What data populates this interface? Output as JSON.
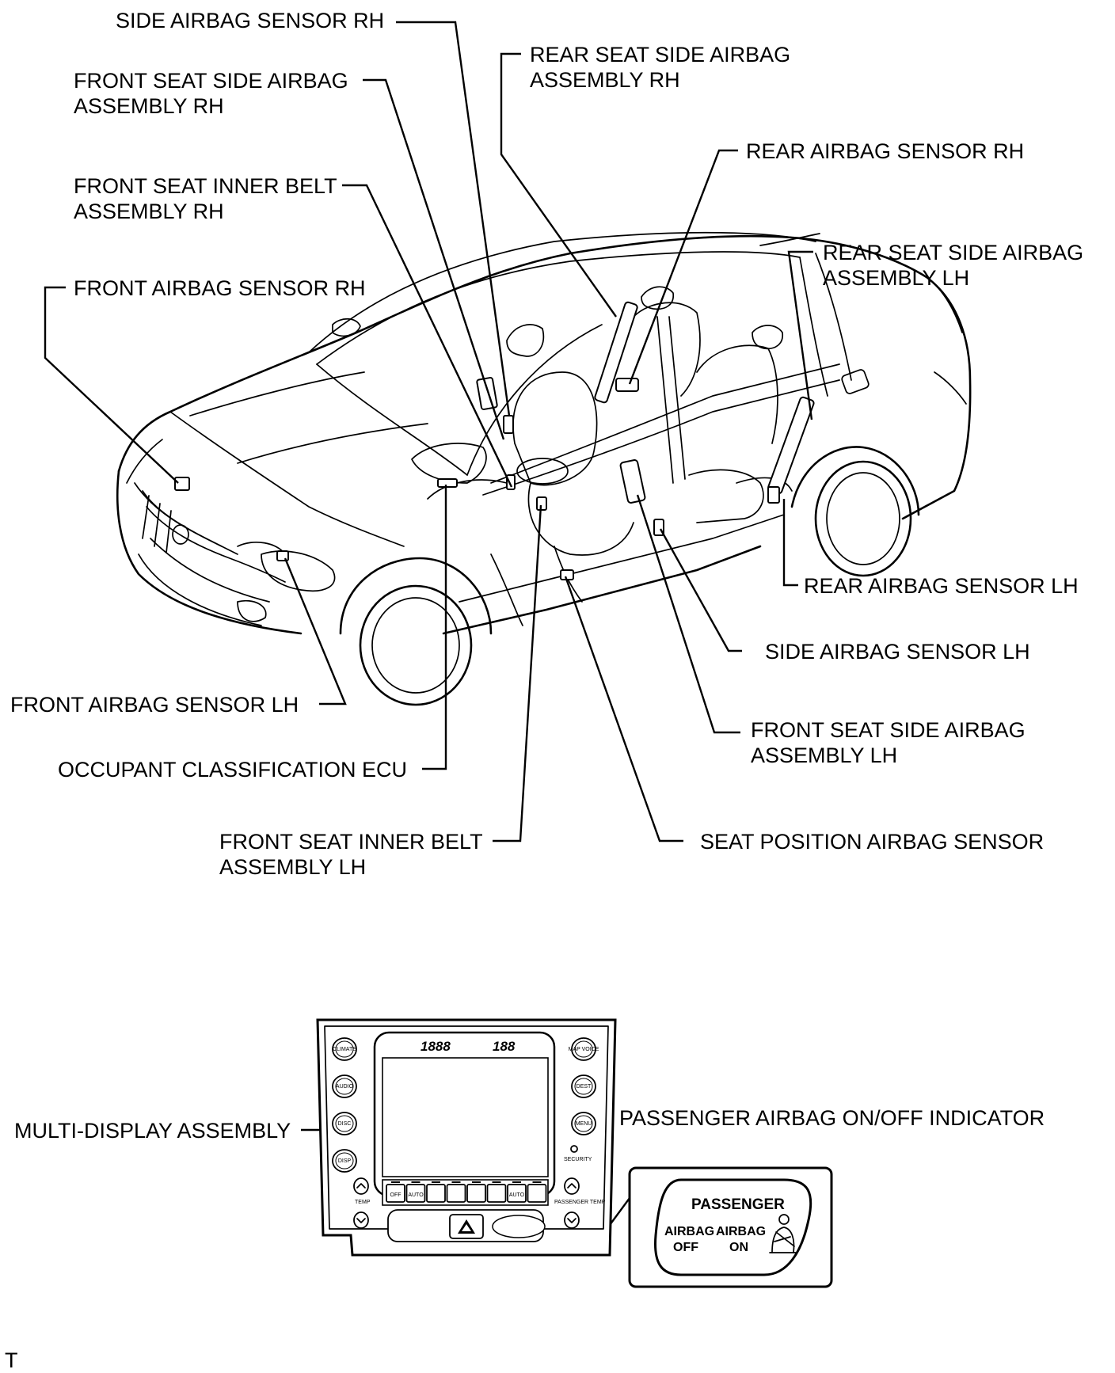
{
  "labels": {
    "side_airbag_sensor_rh": [
      "SIDE AIRBAG SENSOR RH"
    ],
    "front_seat_side_airbag_assembly_rh": [
      "FRONT SEAT SIDE AIRBAG",
      "ASSEMBLY RH"
    ],
    "front_seat_inner_belt_assembly_rh": [
      "FRONT SEAT INNER BELT",
      "ASSEMBLY RH"
    ],
    "front_airbag_sensor_rh": [
      "FRONT AIRBAG SENSOR RH"
    ],
    "rear_seat_side_airbag_assembly_rh": [
      "REAR SEAT SIDE AIRBAG",
      "ASSEMBLY RH"
    ],
    "rear_airbag_sensor_rh": [
      "REAR AIRBAG SENSOR RH"
    ],
    "rear_seat_side_airbag_assembly_lh": [
      "REAR SEAT SIDE AIRBAG",
      "ASSEMBLY LH"
    ],
    "rear_airbag_sensor_lh": [
      "REAR AIRBAG SENSOR LH"
    ],
    "side_airbag_sensor_lh": [
      "SIDE AIRBAG SENSOR LH"
    ],
    "front_seat_side_airbag_assembly_lh": [
      "FRONT SEAT SIDE AIRBAG",
      "ASSEMBLY LH"
    ],
    "seat_position_airbag_sensor": [
      "SEAT POSITION AIRBAG SENSOR"
    ],
    "front_airbag_sensor_lh": [
      "FRONT AIRBAG SENSOR LH"
    ],
    "occupant_classification_ecu": [
      "OCCUPANT CLASSIFICATION ECU"
    ],
    "front_seat_inner_belt_assembly_lh": [
      "FRONT SEAT INNER BELT",
      "ASSEMBLY LH"
    ],
    "multi_display_assembly": [
      "MULTI-DISPLAY ASSEMBLY"
    ],
    "passenger_airbag_indicator": [
      "PASSENGER AIRBAG ON/OFF INDICATOR"
    ]
  },
  "indicator": {
    "title": "PASSENGER",
    "off_line1": "AIRBAG",
    "off_line2": "OFF",
    "on_line1": "AIRBAG",
    "on_line2": "ON"
  },
  "display": {
    "clock": "1888",
    "temp": "188",
    "left_buttons": [
      "CLIMATE",
      "AUDIO",
      "DISC",
      "DISP"
    ],
    "right_buttons": [
      "MAP VOICE",
      "DEST",
      "MENU"
    ],
    "security": "SECURITY",
    "climate_bar": [
      "OFF",
      "AUTO",
      "",
      "",
      "",
      "",
      "AUTO",
      ""
    ],
    "temp_left": "TEMP",
    "temp_right": "PASSENGER TEMP"
  },
  "corner_mark": "T"
}
